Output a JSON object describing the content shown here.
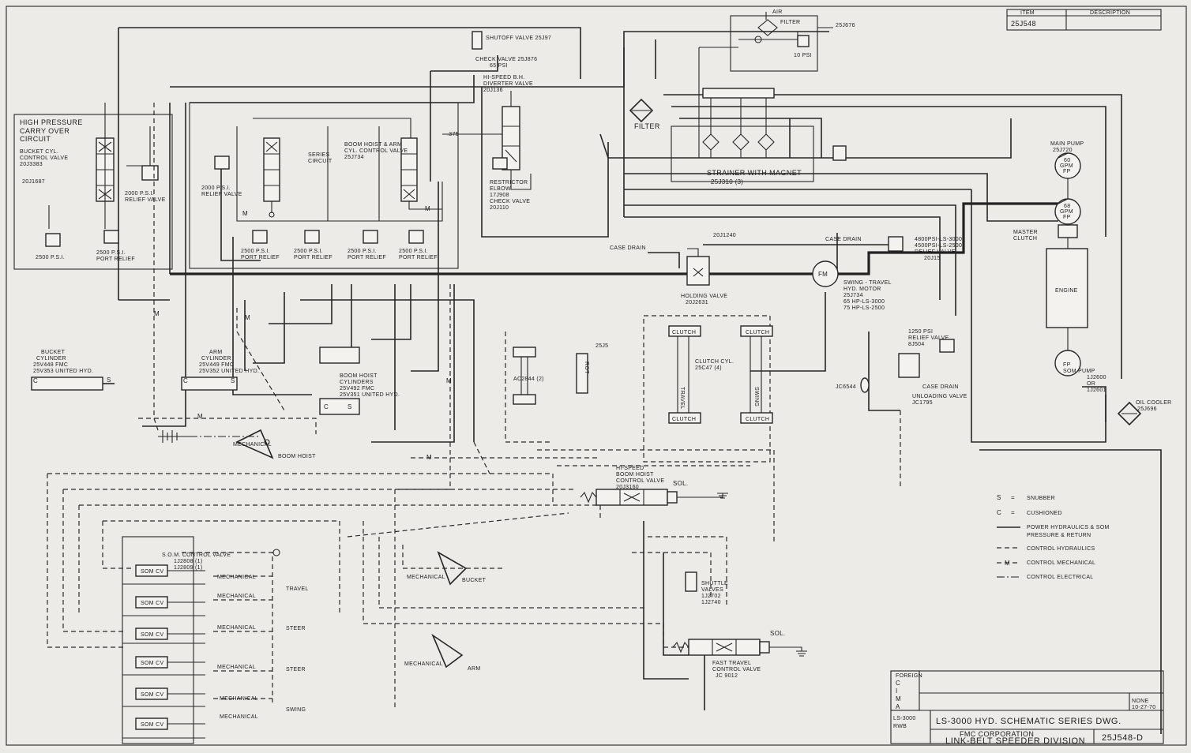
{
  "labels": {
    "hp_carry": "HIGH PRESSURE",
    "hp_carry2": "CARRY OVER",
    "hp_carry3": "CIRCUIT",
    "bucket_ctl": "BUCKET CYL.",
    "bucket_ctl2": "CONTROL VALVE",
    "bucket_ctl3": "20J3383",
    "num_20j1687": "20J1687",
    "relief_2000": "2000 P.S.I.",
    "relief_valve": "RELIEF VALVE",
    "port_2500a": "2500 P.S.I.",
    "port_relief": "PORT RELIEF",
    "relief_2000b": "2000 P.S.I.",
    "relief_valve2": "RELIEF VALVE",
    "series": "SERIES",
    "series2": "CIRCUIT",
    "boom_hoist_cv": "BOOM HOIST & ARM",
    "boom_hoist_cv2": "CYL. CONTROL VALVE",
    "boom_hoist_cv3": "25J734",
    "port_2500b": "2500 P.S.I.",
    "port_2500c": "2500 P.S.I.",
    "port_2500d": "2500 P.S.I.",
    "port_2500e": "2500 P.S.I.",
    "shutoff": "SHUTOFF VALVE 25J97",
    "check_65": "CHECK VALVE 25J876",
    "check_65b": "65 PSI",
    "hispeed_bh": "HI-SPEED B.H.",
    "hispeed_bh2": "DIVERTER VALVE",
    "hispeed_bh3": "20J136",
    "restrictor": "RESTRICTOR",
    "restrictor2": "ELBOW",
    "restrictor3": "17J908",
    "check_valve": "CHECK VALVE",
    "check_valve2": "20J110",
    "air": "AIR",
    "filter_top": "FILTER",
    "psi10": "10 PSI",
    "num_25j676": "25J676",
    "filter": "FILTER",
    "strainer": "STRAINER WITH MAGNET",
    "strainer2": "25J310  (3)",
    "main_pump": "MAIN PUMP",
    "main_pump2": "25J720",
    "gpm60": "60",
    "gpm60b": "GPM",
    "fp": "FP",
    "gpm68": "68",
    "gpm68b": "GPM",
    "fp2": "FP",
    "master_clutch": "MASTER",
    "master_clutch2": "CLUTCH",
    "engine": "ENGINE",
    "case_drain_l": "CASE DRAIN",
    "case_drain_r": "CASE DRAIN",
    "num_20j1240": "20J1240",
    "relief_big": "4800PSI-LS-3000",
    "relief_big2": "4500PSI-LS-2500",
    "relief_big3": "RELIEF VALVE",
    "relief_big4": "20J15",
    "holding": "HOLDING VALVE",
    "holding2": "20J2631",
    "fm": "FM",
    "swing_travel": "SWING - TRAVEL",
    "swing_travel2": "HYD. MOTOR",
    "swing_travel3": "25J734",
    "swing_travel4": "65 HP-LS-3000",
    "swing_travel5": "75 HP-LS-2500",
    "relief_1250": "1250 PSI",
    "relief_1250b": "RELIEF VALVE",
    "relief_1250c": "8J504",
    "case_drain3": "CASE DRAIN",
    "unloading": "UNLOADING VALVE",
    "unloading2": "JC1795",
    "jc": "JC6544",
    "som_pump": "SOM PUMP",
    "som_pump2": "1J2600",
    "som_pump3": "OR",
    "som_pump4": "1J2601",
    "fp3": "FP",
    "oil_cooler": "OIL COOLER",
    "oil_cooler2": "25J696",
    "clutch": "CLUTCH",
    "clutch_cyl": "CLUTCH CYL.",
    "clutch_cyl2": "25C47  (4)",
    "travel_v": "TRAVEL",
    "swing_v": "SWING",
    "num_25j5": "25J5",
    "rot": "ROT",
    "ac": "AC2844 (2)",
    "bucket_cyl": "BUCKET",
    "bucket_cyl2": "CYLINDER",
    "bucket_cyl3": "25V448  FMC",
    "bucket_cyl4": "25V353  UNITED HYD.",
    "arm_cyl": "ARM",
    "arm_cyl2": "CYLINDER",
    "arm_cyl3": "25V449  FMC",
    "arm_cyl4": "25V352  UNITED HYD.",
    "bh_cyl": "BOOM HOIST",
    "bh_cyl2": "CYLINDERS",
    "bh_cyl3": "25V492  FMC",
    "bh_cyl4": "25V351  UNITED HYD.",
    "s": "S",
    "c": "C",
    "mechanical": "MECHANICAL",
    "boom_hoist": "BOOM HOIST",
    "hispeed_cv": "HI-SPEED",
    "hispeed_cv2": "BOOM HOIST",
    "hispeed_cv3": "CONTROL VALVE",
    "hispeed_cv4": "20J3160",
    "sol": "SOL.",
    "som_ctl": "S.O.M. CONTROL VALVE",
    "som_ctl2": "1J2808  (1)",
    "som_ctl3": "1J2809  (1)",
    "som_cv": "SOM CV",
    "travel": "TRAVEL",
    "steer": "STEER",
    "swing": "SWING",
    "bucket": "BUCKET",
    "arm": "ARM",
    "shuttle": "SHUTTLE",
    "shuttle2": "VALVES",
    "shuttle3": "1J2702",
    "shuttle4": "1J2740",
    "fast_travel": "FAST TRAVEL",
    "fast_travel2": "CONTROL VALVE",
    "fast_travel3": "JC 9012",
    "m": "M"
  },
  "legend": [
    {
      "key": "S",
      "desc": "SNUBBER"
    },
    {
      "key": "C",
      "desc": "CUSHIONED"
    },
    {
      "key": "",
      "desc": "POWER HYDRAULICS & SOM"
    },
    {
      "key": "",
      "desc": "PRESSURE & RETURN"
    },
    {
      "key": "",
      "desc": "CONTROL HYDRAULICS"
    },
    {
      "key": "M",
      "desc": "CONTROL MECHANICAL"
    },
    {
      "key": "",
      "desc": "CONTROL ELECTRICAL"
    }
  ],
  "title_block": {
    "dwg_no": "25J548",
    "letters": [
      "C",
      "I",
      "M",
      "A"
    ],
    "title": "LS-3000  HYD. SCHEMATIC  SERIES  DWG.",
    "company": "FMC CORPORATION",
    "division": "LINK-BELT SPEEDER DIVISION",
    "number": "25J548-D",
    "scale": "NONE",
    "date": "10-27-70",
    "model": "LS-3000",
    "drawn": "RWB",
    "item_h": "ITEM",
    "desc_h": "DESCRIPTION",
    "foreign": "FOREIGN"
  }
}
